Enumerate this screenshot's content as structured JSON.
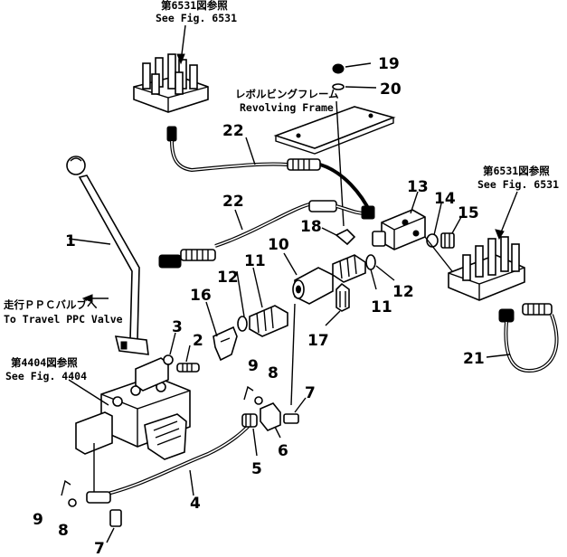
{
  "refs": {
    "top_jp": "第6531図参照",
    "top_en": "See Fig. 6531",
    "frame_jp": "レボルビングフレーム",
    "frame_en": "Revolving Frame",
    "right_jp": "第6531図参照",
    "right_en": "See Fig. 6531",
    "travel_jp": "走行ＰＰＣバルブへ",
    "travel_en": "To Travel PPC Valve",
    "lower_jp": "第4404図参照",
    "lower_en": "See Fig. 4404"
  },
  "callouts": {
    "c1": "1",
    "c2": "2",
    "c3": "3",
    "c4": "4",
    "c5": "5",
    "c6": "6",
    "c7a": "7",
    "c7b": "7",
    "c8a": "8",
    "c8b": "8",
    "c9a": "9",
    "c9b": "9",
    "c10": "10",
    "c11a": "11",
    "c11b": "11",
    "c12a": "12",
    "c12b": "12",
    "c13": "13",
    "c14": "14",
    "c15": "15",
    "c16": "16",
    "c17": "17",
    "c18": "18",
    "c19": "19",
    "c20": "20",
    "c21": "21",
    "c22a": "22",
    "c22b": "22"
  }
}
